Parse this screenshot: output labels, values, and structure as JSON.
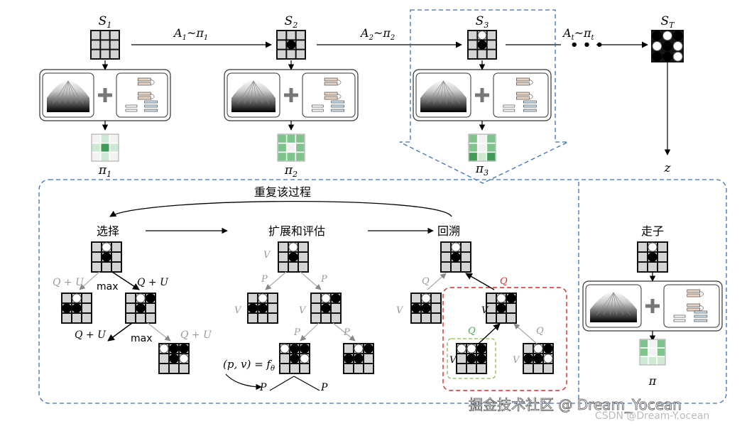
{
  "top": {
    "states": [
      {
        "label": "S",
        "sub": "1",
        "policy_label": "π",
        "policy_sub": "1"
      },
      {
        "label": "S",
        "sub": "2",
        "policy_label": "π",
        "policy_sub": "2"
      },
      {
        "label": "S",
        "sub": "3",
        "policy_label": "π",
        "policy_sub": "3"
      },
      {
        "label": "S",
        "sub": "T"
      }
    ],
    "actions": [
      {
        "a": "A",
        "a_sub": "1",
        "sep": "~",
        "pi": "π",
        "pi_sub": "1"
      },
      {
        "a": "A",
        "a_sub": "2",
        "sep": "~",
        "pi": "π",
        "pi_sub": "2"
      },
      {
        "a": "A",
        "a_sub": "t",
        "sep": "~",
        "pi": "π",
        "pi_sub": "t"
      }
    ],
    "ellipsis": "• • •",
    "outcome_label": "z"
  },
  "mcts": {
    "repeat_label": "重复该过程",
    "stages": [
      "选择",
      "扩展和评估",
      "回溯"
    ],
    "select": {
      "qu": "Q + U",
      "max": "max"
    },
    "expand": {
      "v": "V",
      "p": "P",
      "formula_lhs": "(p, v) = ",
      "formula_f": "f",
      "formula_sub": "θ"
    },
    "backup": {
      "q": "Q",
      "v": "V"
    }
  },
  "play": {
    "title": "走子",
    "policy_label": "π"
  },
  "watermark": {
    "main": "掘金技术社区 @ Dream_Yocean",
    "sub": "CSDN @Dream-Y.ocean"
  },
  "colors": {
    "dashed_blue": "#3a6fb5",
    "red": "#d62b2b",
    "green": "#4aa84a",
    "grey_cell": "#d8d8d8",
    "policy_dark": "#3f9b55",
    "policy_mid": "#7fc48d",
    "policy_light": "#cde9d2"
  }
}
